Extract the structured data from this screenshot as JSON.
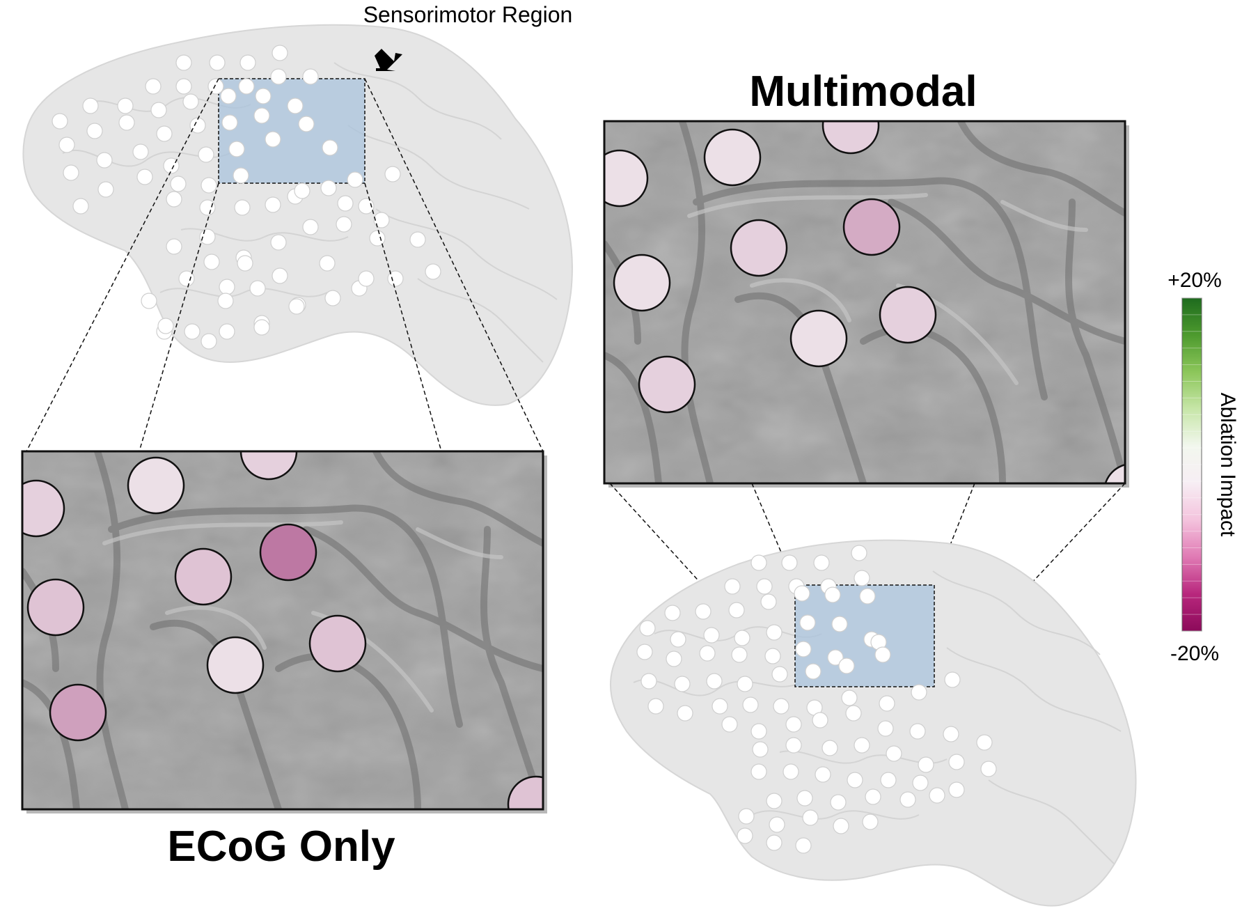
{
  "annotations": {
    "region_label": "Sensorimotor Region"
  },
  "panels": {
    "multimodal_title": "Multimodal",
    "ecog_title": "ECoG Only"
  },
  "colorbar": {
    "label": "Ablation Impact",
    "max_label": "+20%",
    "min_label": "-20%",
    "max_value": 20,
    "min_value": -20,
    "colors": [
      "#1e6b1e",
      "#4d9a2e",
      "#8cc65a",
      "#c7e6a8",
      "#f2f7ee",
      "#f7eef4",
      "#f4c3dd",
      "#e07ab4",
      "#b8277d",
      "#8c0a5a"
    ]
  },
  "colors": {
    "brain_fill": "#e6e6e6",
    "zoom_surface": "#9c9c9c",
    "highlight_box": "#a9c3dc",
    "electrode_neutral": "#f6f6f6"
  },
  "electrode_impacts": {
    "ecog_only": [
      -2,
      -1,
      -2,
      -3,
      -3,
      -10,
      -1,
      -6,
      -3,
      -3
    ],
    "multimodal": [
      -1,
      -1,
      -2,
      -1,
      -2,
      -5,
      -1,
      -2,
      -2,
      -1
    ]
  }
}
